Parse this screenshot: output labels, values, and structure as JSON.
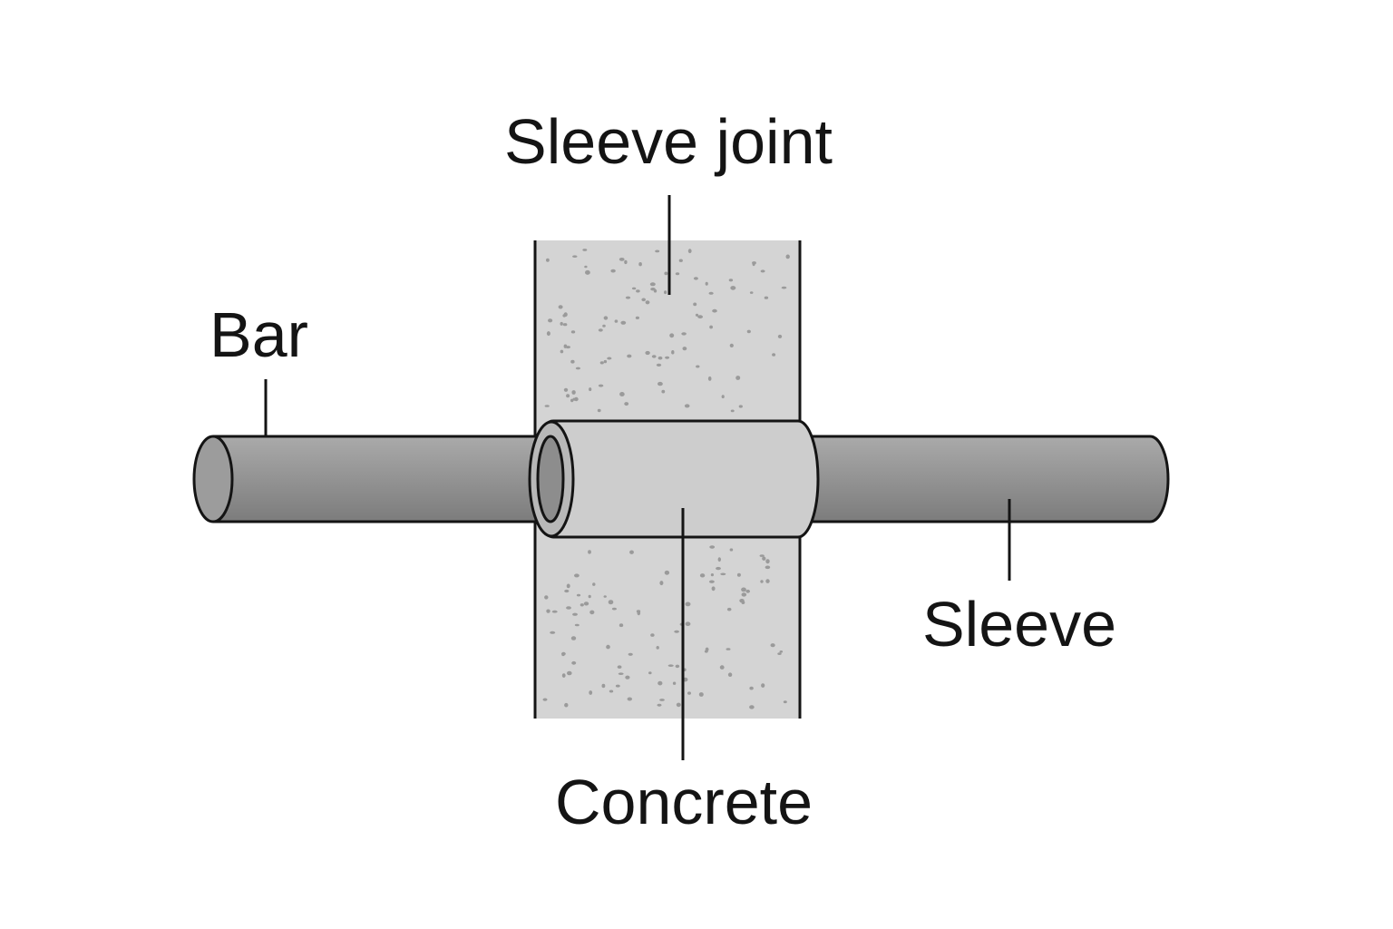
{
  "labels": {
    "sleeve_joint": "Sleeve joint",
    "bar": "Bar",
    "sleeve": "Sleeve",
    "concrete": "Concrete"
  },
  "colors": {
    "background": "#ffffff",
    "outline": "#141414",
    "concrete_fill": "#d4d4d4",
    "concrete_speckle": "#9a9a9a",
    "bar_light": "#a6a6a6",
    "bar_dark": "#7e7e7e",
    "bar_end": "#9c9c9c",
    "sleeve_fill": "#cdcdcd",
    "sleeve_lip": "#b8b8b8"
  }
}
